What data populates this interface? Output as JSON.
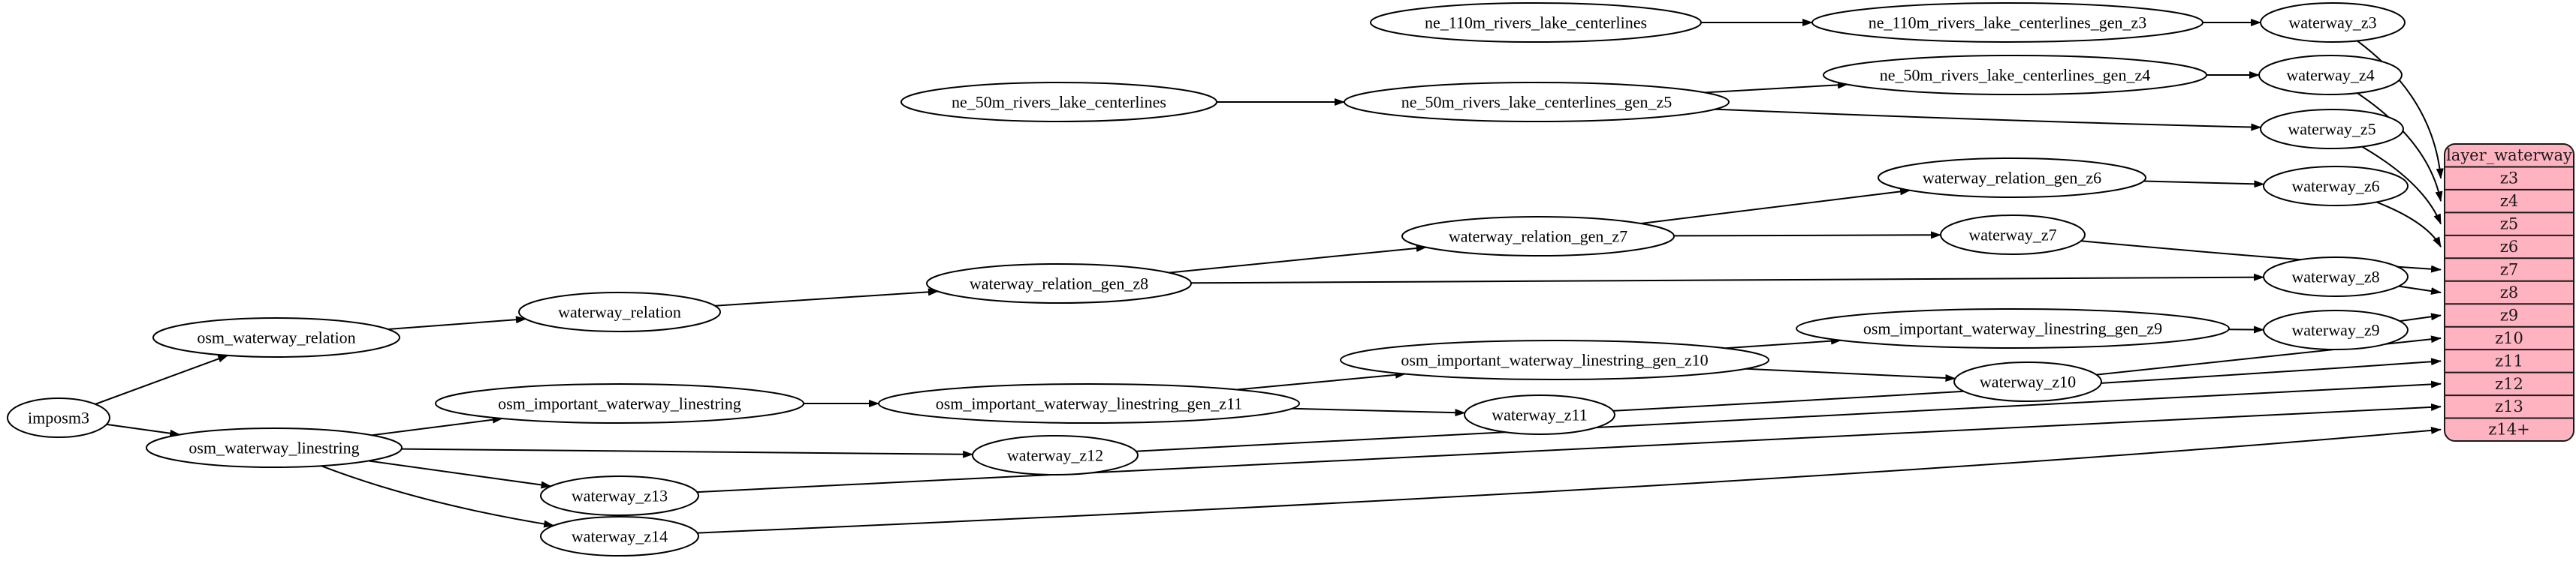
{
  "diagram": {
    "colors": {
      "background": "#ffffff",
      "ellipse_fill": "#ffffff",
      "stroke": "#000000",
      "record_fill": "#ffb3c1",
      "record_stroke": "#1a1a1a"
    },
    "nodes": [
      {
        "id": "imposm3",
        "label": "imposm3"
      },
      {
        "id": "osm_waterway_relation",
        "label": "osm_waterway_relation"
      },
      {
        "id": "osm_waterway_linestring",
        "label": "osm_waterway_linestring"
      },
      {
        "id": "waterway_relation",
        "label": "waterway_relation"
      },
      {
        "id": "waterway_relation_gen_z8",
        "label": "waterway_relation_gen_z8"
      },
      {
        "id": "waterway_relation_gen_z7",
        "label": "waterway_relation_gen_z7"
      },
      {
        "id": "waterway_relation_gen_z6",
        "label": "waterway_relation_gen_z6"
      },
      {
        "id": "ne_110m_rivers_lake_centerlines",
        "label": "ne_110m_rivers_lake_centerlines"
      },
      {
        "id": "ne_110m_rivers_lake_centerlines_gen_z3",
        "label": "ne_110m_rivers_lake_centerlines_gen_z3"
      },
      {
        "id": "ne_50m_rivers_lake_centerlines",
        "label": "ne_50m_rivers_lake_centerlines"
      },
      {
        "id": "ne_50m_rivers_lake_centerlines_gen_z5",
        "label": "ne_50m_rivers_lake_centerlines_gen_z5"
      },
      {
        "id": "ne_50m_rivers_lake_centerlines_gen_z4",
        "label": "ne_50m_rivers_lake_centerlines_gen_z4"
      },
      {
        "id": "osm_important_waterway_linestring",
        "label": "osm_important_waterway_linestring"
      },
      {
        "id": "osm_important_waterway_linestring_gen_z11",
        "label": "osm_important_waterway_linestring_gen_z11"
      },
      {
        "id": "osm_important_waterway_linestring_gen_z10",
        "label": "osm_important_waterway_linestring_gen_z10"
      },
      {
        "id": "osm_important_waterway_linestring_gen_z9",
        "label": "osm_important_waterway_linestring_gen_z9"
      },
      {
        "id": "waterway_z3",
        "label": "waterway_z3"
      },
      {
        "id": "waterway_z4",
        "label": "waterway_z4"
      },
      {
        "id": "waterway_z5",
        "label": "waterway_z5"
      },
      {
        "id": "waterway_z6",
        "label": "waterway_z6"
      },
      {
        "id": "waterway_z7",
        "label": "waterway_z7"
      },
      {
        "id": "waterway_z8",
        "label": "waterway_z8"
      },
      {
        "id": "waterway_z9",
        "label": "waterway_z9"
      },
      {
        "id": "waterway_z10",
        "label": "waterway_z10"
      },
      {
        "id": "waterway_z11",
        "label": "waterway_z11"
      },
      {
        "id": "waterway_z12",
        "label": "waterway_z12"
      },
      {
        "id": "waterway_z13",
        "label": "waterway_z13"
      },
      {
        "id": "waterway_z14",
        "label": "waterway_z14"
      }
    ],
    "record": {
      "id": "layer_waterway",
      "title": "layer_waterway",
      "rows": [
        "z3",
        "z4",
        "z5",
        "z6",
        "z7",
        "z8",
        "z9",
        "z10",
        "z11",
        "z12",
        "z13",
        "z14+"
      ]
    },
    "edges": [
      {
        "from": "ne_110m_rivers_lake_centerlines",
        "to": "ne_110m_rivers_lake_centerlines_gen_z3"
      },
      {
        "from": "ne_110m_rivers_lake_centerlines_gen_z3",
        "to": "waterway_z3"
      },
      {
        "from": "ne_50m_rivers_lake_centerlines",
        "to": "ne_50m_rivers_lake_centerlines_gen_z5"
      },
      {
        "from": "ne_50m_rivers_lake_centerlines_gen_z5",
        "to": "ne_50m_rivers_lake_centerlines_gen_z4"
      },
      {
        "from": "ne_50m_rivers_lake_centerlines_gen_z5",
        "to": "waterway_z5"
      },
      {
        "from": "ne_50m_rivers_lake_centerlines_gen_z4",
        "to": "waterway_z4"
      },
      {
        "from": "imposm3",
        "to": "osm_waterway_relation"
      },
      {
        "from": "imposm3",
        "to": "osm_waterway_linestring"
      },
      {
        "from": "osm_waterway_relation",
        "to": "waterway_relation"
      },
      {
        "from": "waterway_relation",
        "to": "waterway_relation_gen_z8"
      },
      {
        "from": "waterway_relation_gen_z8",
        "to": "waterway_relation_gen_z7"
      },
      {
        "from": "waterway_relation_gen_z8",
        "to": "waterway_z8"
      },
      {
        "from": "waterway_relation_gen_z7",
        "to": "waterway_relation_gen_z6"
      },
      {
        "from": "waterway_relation_gen_z7",
        "to": "waterway_z7"
      },
      {
        "from": "waterway_relation_gen_z6",
        "to": "waterway_z6"
      },
      {
        "from": "osm_waterway_linestring",
        "to": "osm_important_waterway_linestring"
      },
      {
        "from": "osm_waterway_linestring",
        "to": "waterway_z12"
      },
      {
        "from": "osm_waterway_linestring",
        "to": "waterway_z13"
      },
      {
        "from": "osm_waterway_linestring",
        "to": "waterway_z14"
      },
      {
        "from": "osm_important_waterway_linestring",
        "to": "osm_important_waterway_linestring_gen_z11"
      },
      {
        "from": "osm_important_waterway_linestring_gen_z11",
        "to": "osm_important_waterway_linestring_gen_z10"
      },
      {
        "from": "osm_important_waterway_linestring_gen_z11",
        "to": "waterway_z11"
      },
      {
        "from": "osm_important_waterway_linestring_gen_z10",
        "to": "osm_important_waterway_linestring_gen_z9"
      },
      {
        "from": "osm_important_waterway_linestring_gen_z10",
        "to": "waterway_z10"
      },
      {
        "from": "osm_important_waterway_linestring_gen_z9",
        "to": "waterway_z9"
      },
      {
        "from": "waterway_z3",
        "to": "layer_waterway:z3"
      },
      {
        "from": "waterway_z4",
        "to": "layer_waterway:z4"
      },
      {
        "from": "waterway_z5",
        "to": "layer_waterway:z5"
      },
      {
        "from": "waterway_z6",
        "to": "layer_waterway:z6"
      },
      {
        "from": "waterway_z7",
        "to": "layer_waterway:z7"
      },
      {
        "from": "waterway_z8",
        "to": "layer_waterway:z8"
      },
      {
        "from": "waterway_z9",
        "to": "layer_waterway:z9"
      },
      {
        "from": "waterway_z10",
        "to": "layer_waterway:z10"
      },
      {
        "from": "waterway_z11",
        "to": "layer_waterway:z11"
      },
      {
        "from": "waterway_z12",
        "to": "layer_waterway:z12"
      },
      {
        "from": "waterway_z13",
        "to": "layer_waterway:z13"
      },
      {
        "from": "waterway_z14",
        "to": "layer_waterway:z14+"
      }
    ]
  }
}
